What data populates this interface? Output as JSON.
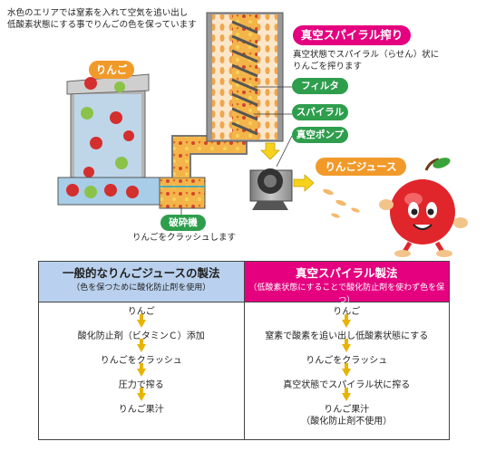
{
  "top_note": [
    "水色のエリアでは窒素を入れて空気を追い出し",
    "低酸素状態にする事でりんごの色を保っています"
  ],
  "labels": {
    "apple": "りんご",
    "vacuum_title": "真空スパイラル搾り",
    "vacuum_desc": [
      "真空状態でスパイラル（らせん）状に",
      "りんごを搾ります"
    ],
    "filter": "フィルタ",
    "spiral": "スパイラル",
    "vacuum_pump": "真空ポンプ",
    "apple_juice": "りんごジュース",
    "crusher": "破砕機",
    "crusher_desc": "りんごをクラッシュします"
  },
  "table": {
    "left": {
      "title": "一般的なりんごジュースの製法",
      "subtitle": "（色を保つために酸化防止剤を使用）",
      "steps": [
        "りんご",
        "酸化防止剤（ビタミンＣ）添加",
        "りんごをクラッシュ",
        "圧力で搾る",
        "りんご果汁"
      ]
    },
    "right": {
      "title": "真空スパイラル製法",
      "subtitle": "（低酸素状態にすることで酸化防止剤を使わず色を保つ）",
      "steps": [
        "りんご",
        "窒素で酸素を追い出し低酸素状態にする",
        "りんごをクラッシュ",
        "真空状態でスパイラル状に搾る",
        "りんご果汁"
      ],
      "last_note": "（酸化防止剤不使用）"
    }
  },
  "colors": {
    "orange": "#f19a2a",
    "green": "#2e9e4d",
    "pink": "#e4007f",
    "light_blue": "#b9d1ee",
    "arrow_yellow": "#e8b400"
  }
}
